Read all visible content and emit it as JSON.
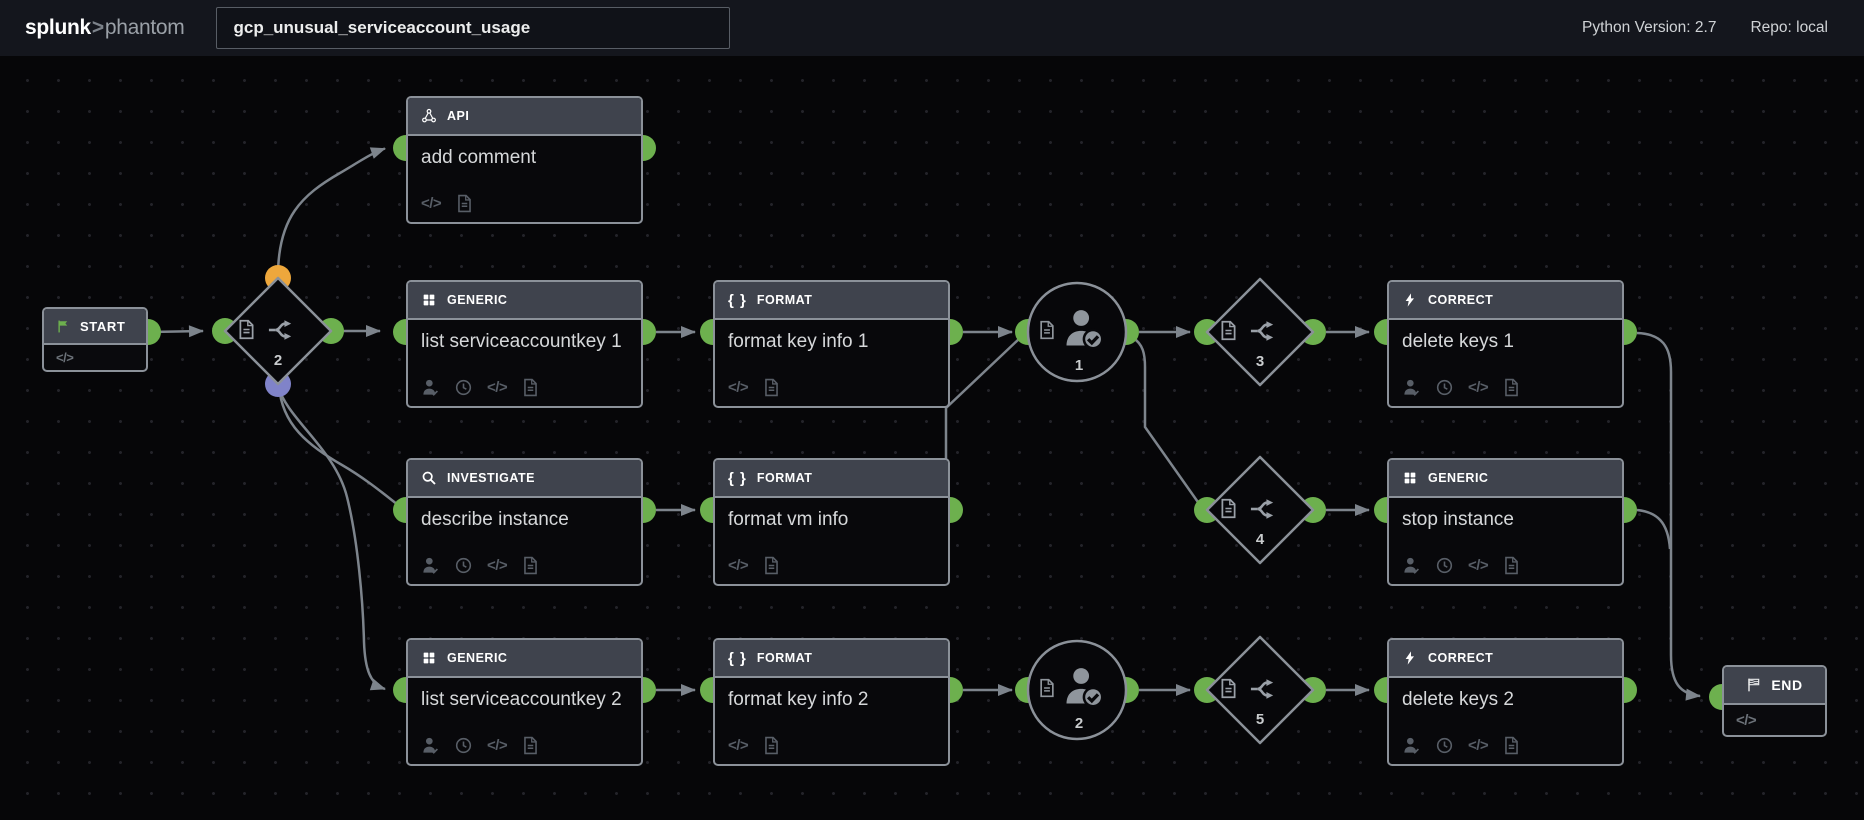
{
  "topbar": {
    "brand": {
      "primary": "splunk",
      "separator": ">",
      "secondary": "phantom"
    },
    "playbook_name": "gcp_unusual_serviceaccount_usage",
    "python_version": "Python Version: 2.7",
    "repo": "Repo: local"
  },
  "icons": {
    "code_glyph": "</>",
    "braces_glyph": "{ }",
    "header_icon_names": [
      "api-icon",
      "grid-icon",
      "search-icon",
      "braces-icon",
      "bolt-icon"
    ],
    "footer_icon_names": [
      "person-check-icon",
      "clock-icon",
      "code-icon",
      "document-icon"
    ],
    "decision_icon_names": [
      "document-icon",
      "branch-split-icon"
    ],
    "approval_icon_names": [
      "document-icon",
      "person-approved-icon"
    ]
  },
  "colors": {
    "canvas_bg": "#060608",
    "topbar_bg": "#14161d",
    "node_header": "#3f434d",
    "node_border": "#8b9199",
    "edge": "#7d848c",
    "port_green": "#6db04e",
    "port_yellow": "#eda73c",
    "port_purple": "#8083c9",
    "node_text": "#d6d8da"
  },
  "canvas": {
    "start_node": {
      "label": "START",
      "icon": "green-flag-icon"
    },
    "end_node": {
      "label": "END",
      "icon": "checkered-flag-icon"
    },
    "action_nodes": [
      {
        "id": "add-comment",
        "category": "API",
        "title": "add comment",
        "header_icon": "api-icon",
        "footer_icons": [
          "code-icon",
          "document-icon"
        ]
      },
      {
        "id": "list-serviceaccountkey-1",
        "category": "GENERIC",
        "title": "list serviceaccountkey 1",
        "header_icon": "grid-icon",
        "footer_icons": [
          "person-check-icon",
          "clock-icon",
          "code-icon",
          "document-icon"
        ]
      },
      {
        "id": "describe-instance",
        "category": "INVESTIGATE",
        "title": "describe instance",
        "header_icon": "search-icon",
        "footer_icons": [
          "person-check-icon",
          "clock-icon",
          "code-icon",
          "document-icon"
        ]
      },
      {
        "id": "list-serviceaccountkey-2",
        "category": "GENERIC",
        "title": "list serviceaccountkey 2",
        "header_icon": "grid-icon",
        "footer_icons": [
          "person-check-icon",
          "clock-icon",
          "code-icon",
          "document-icon"
        ]
      },
      {
        "id": "format-key-info-1",
        "category": "FORMAT",
        "title": "format key info 1",
        "header_icon": "braces-icon",
        "footer_icons": [
          "code-icon",
          "document-icon"
        ]
      },
      {
        "id": "format-vm-info",
        "category": "FORMAT",
        "title": "format vm info",
        "header_icon": "braces-icon",
        "footer_icons": [
          "code-icon",
          "document-icon"
        ]
      },
      {
        "id": "format-key-info-2",
        "category": "FORMAT",
        "title": "format key info 2",
        "header_icon": "braces-icon",
        "footer_icons": [
          "code-icon",
          "document-icon"
        ]
      },
      {
        "id": "delete-keys-1",
        "category": "CORRECT",
        "title": "delete keys 1",
        "header_icon": "bolt-icon",
        "footer_icons": [
          "person-check-icon",
          "clock-icon",
          "code-icon",
          "document-icon"
        ]
      },
      {
        "id": "stop-instance",
        "category": "GENERIC",
        "title": "stop instance",
        "header_icon": "grid-icon",
        "footer_icons": [
          "person-check-icon",
          "clock-icon",
          "code-icon",
          "document-icon"
        ]
      },
      {
        "id": "delete-keys-2",
        "category": "CORRECT",
        "title": "delete keys 2",
        "header_icon": "bolt-icon",
        "footer_icons": [
          "person-check-icon",
          "clock-icon",
          "code-icon",
          "document-icon"
        ]
      }
    ],
    "decision_nodes": [
      {
        "id": "decision-2",
        "number": "2"
      },
      {
        "id": "decision-3",
        "number": "3"
      },
      {
        "id": "decision-4",
        "number": "4"
      },
      {
        "id": "decision-5",
        "number": "5"
      }
    ],
    "approval_nodes": [
      {
        "id": "approval-1",
        "number": "1"
      },
      {
        "id": "approval-2",
        "number": "2"
      }
    ]
  }
}
